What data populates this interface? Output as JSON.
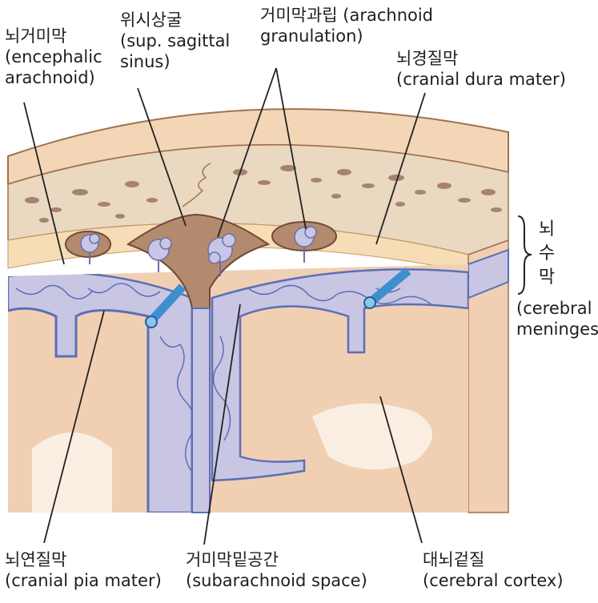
{
  "labels": {
    "encephalic_arachnoid": {
      "ko": "뇌거미막",
      "en1": "(encephalic",
      "en2": "arachnoid)"
    },
    "sup_sagittal_sinus": {
      "ko": "위시상굴",
      "en1": "(sup. sagittal",
      "en2": "sinus)"
    },
    "arachnoid_granulation": {
      "line1": "거미막과립 (arachnoid",
      "line2": "granulation)"
    },
    "cranial_dura_mater": {
      "ko": "뇌경질막",
      "en": "(cranial dura mater)"
    },
    "cerebral_meninges": {
      "ko1": "뇌",
      "ko2": "수",
      "ko3": "막",
      "en1": "(cerebral",
      "en2": "meninges)"
    },
    "cranial_pia_mater": {
      "ko": "뇌연질막",
      "en": "(cranial pia mater)"
    },
    "subarachnoid_space": {
      "ko": "거미막밑공간",
      "en": "(subarachnoid space)"
    },
    "cerebral_cortex": {
      "ko": "대뇌겉질",
      "en": "(cerebral cortex)"
    }
  },
  "colors": {
    "skin": "#f3d6b6",
    "bone": "#ead8c0",
    "bone_speckle": "#9c7465",
    "dura": "#f6ddb5",
    "membrane": "#5b6fb8",
    "sinus": "#b48a6e",
    "granulation": "#c8c6e6",
    "cortex": "#f1cfb2",
    "white_matter": "#faeee2",
    "vessel": "#3f8fd0",
    "leader": "#222222"
  }
}
